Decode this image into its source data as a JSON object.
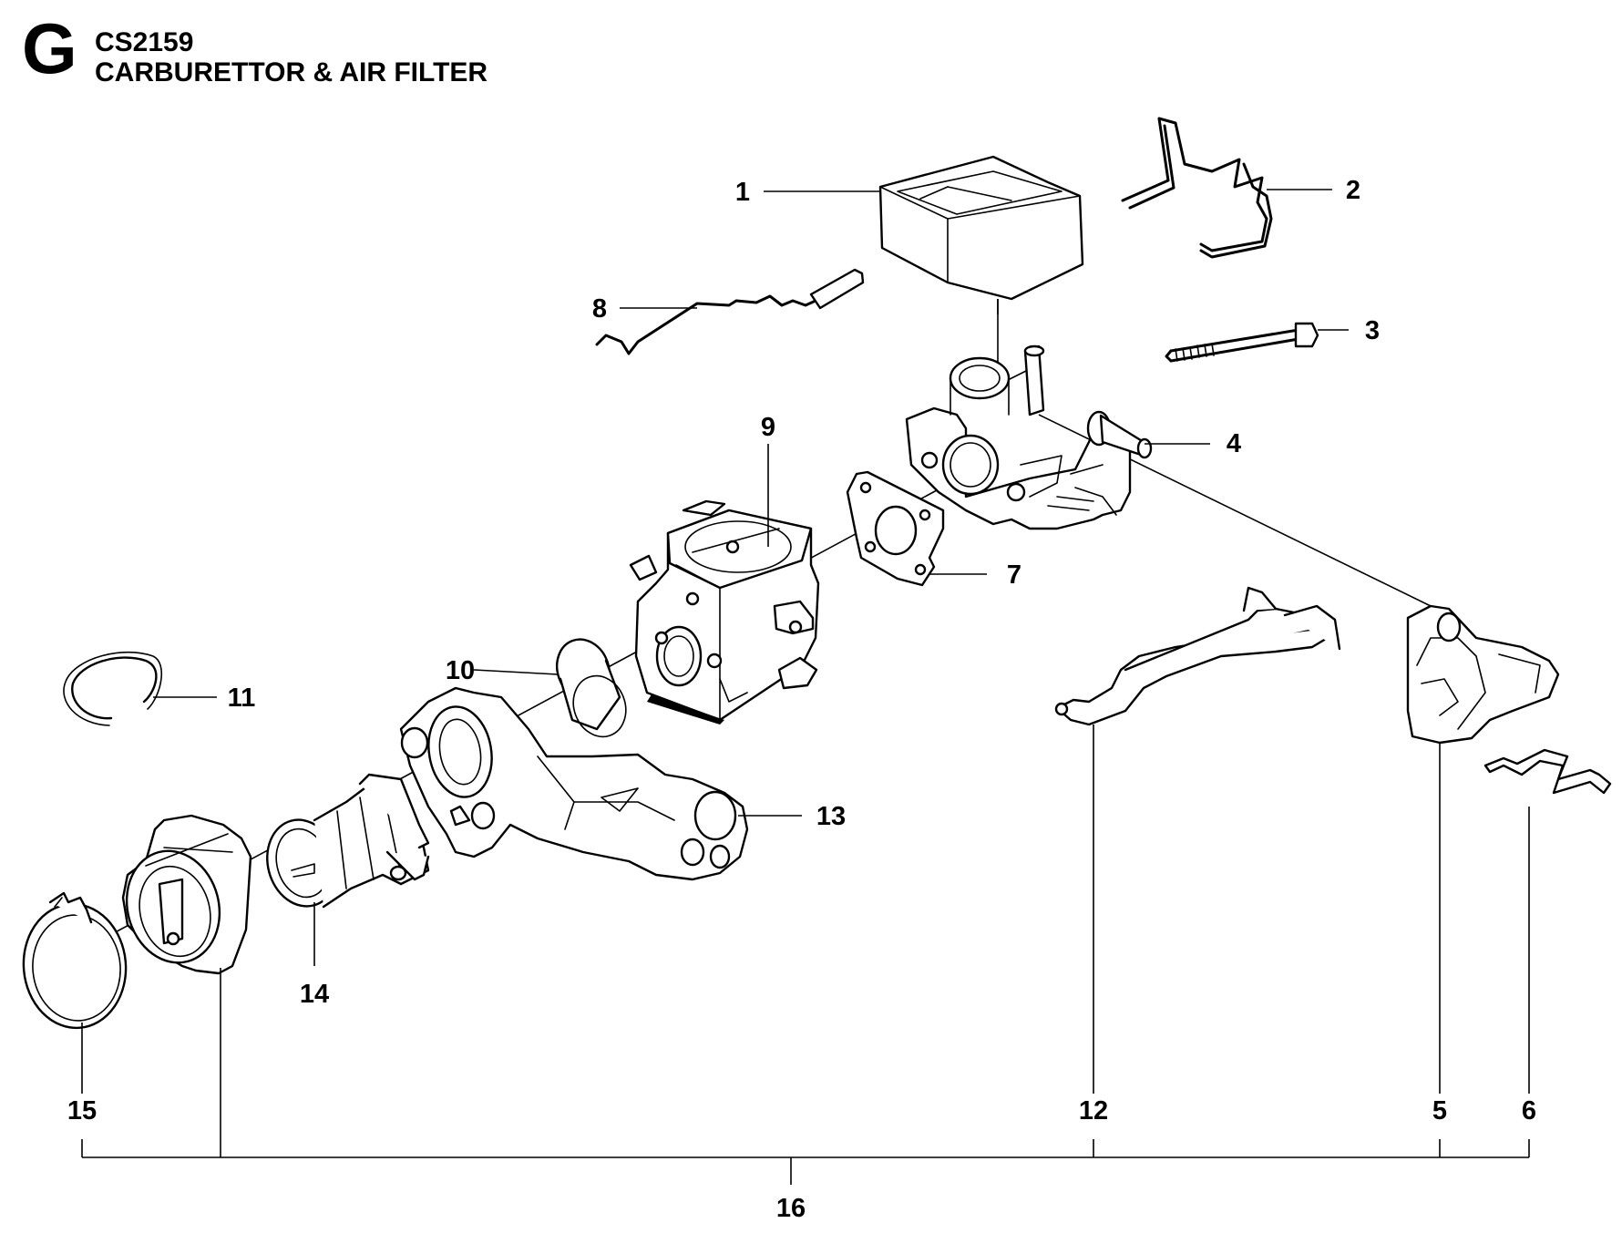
{
  "header": {
    "section": "G",
    "model": "CS2159",
    "title": "CARBURETTOR & AIR FILTER"
  },
  "callouts": {
    "c1": "1",
    "c2": "2",
    "c3": "3",
    "c4": "4",
    "c5": "5",
    "c6": "6",
    "c7": "7",
    "c8": "8",
    "c9": "9",
    "c10": "10",
    "c11": "11",
    "c12": "12",
    "c13": "13",
    "c14": "14",
    "c15": "15",
    "c16": "16"
  }
}
